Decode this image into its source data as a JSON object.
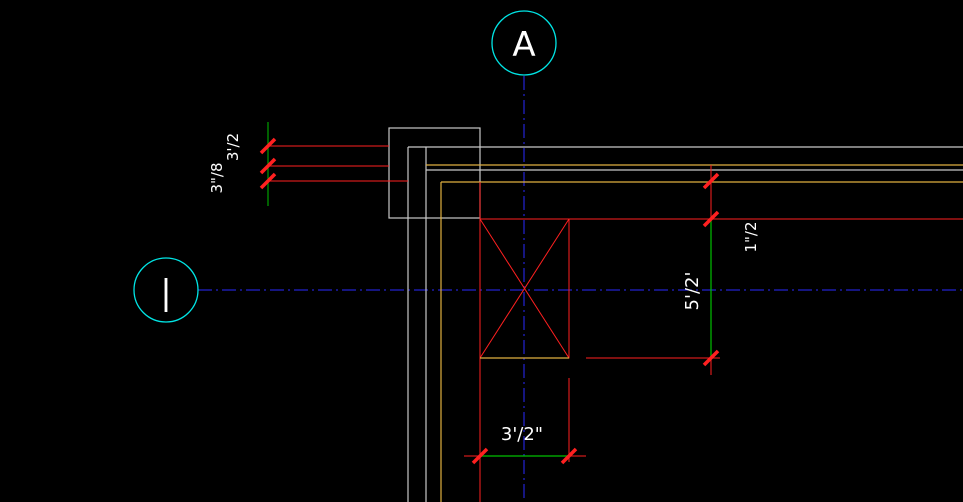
{
  "colors": {
    "background": "#000000",
    "grid_circle": "#00e5e5",
    "grid_line": "#2a2aff",
    "wall": "#c8c8c8",
    "wall_inner": "#e0b040",
    "red_line": "#ff2020",
    "dim_line": "#00c000",
    "text": "#ffffff"
  },
  "grid_labels": {
    "column_a": "A",
    "row_1": "|"
  },
  "dimensions": {
    "left_top": "3'/2",
    "left_bottom": "3\"/8",
    "right_small": "1\"/2",
    "right_large": "5'/2'",
    "bottom": "3'/2\""
  }
}
